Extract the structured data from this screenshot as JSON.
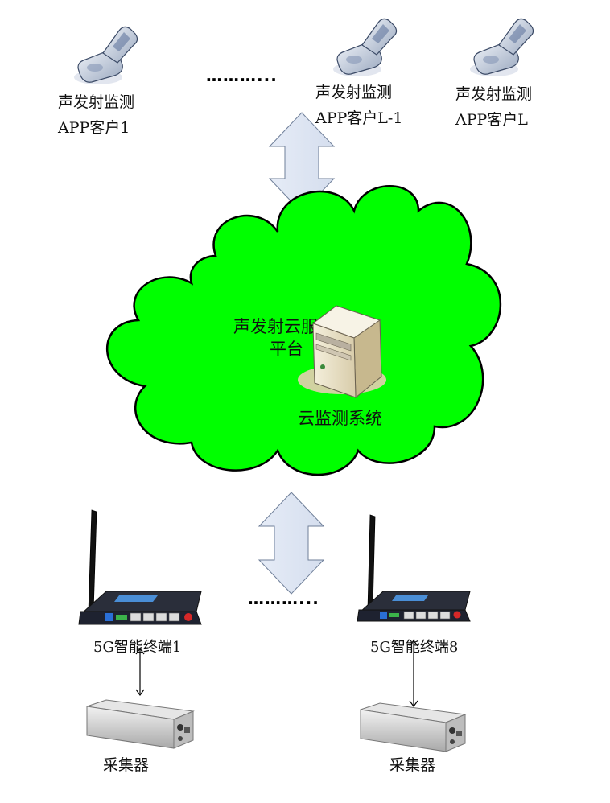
{
  "clients": [
    {
      "line1": "声发射监测",
      "line2": "APP客户1"
    },
    {
      "line1": "声发射监测",
      "line2": "APP客户L-1"
    },
    {
      "line1": "声发射监测",
      "line2": "APP客户L"
    }
  ],
  "ellipsis_top": "………...",
  "ellipsis_bottom": "………...",
  "cloud": {
    "title_line1": "声发射云服务",
    "title_line2": "平台",
    "subtitle": "云监测系统",
    "fill_color": "#00ff00"
  },
  "terminals": [
    {
      "label": "5G智能终端1"
    },
    {
      "label": "5G智能终端8"
    }
  ],
  "collectors": [
    {
      "label": "采集器"
    },
    {
      "label": "采集器"
    }
  ],
  "icons": {
    "phone": "mobile-phone-icon",
    "server": "server-icon",
    "router": "router-icon",
    "collector": "collector-device-icon"
  }
}
